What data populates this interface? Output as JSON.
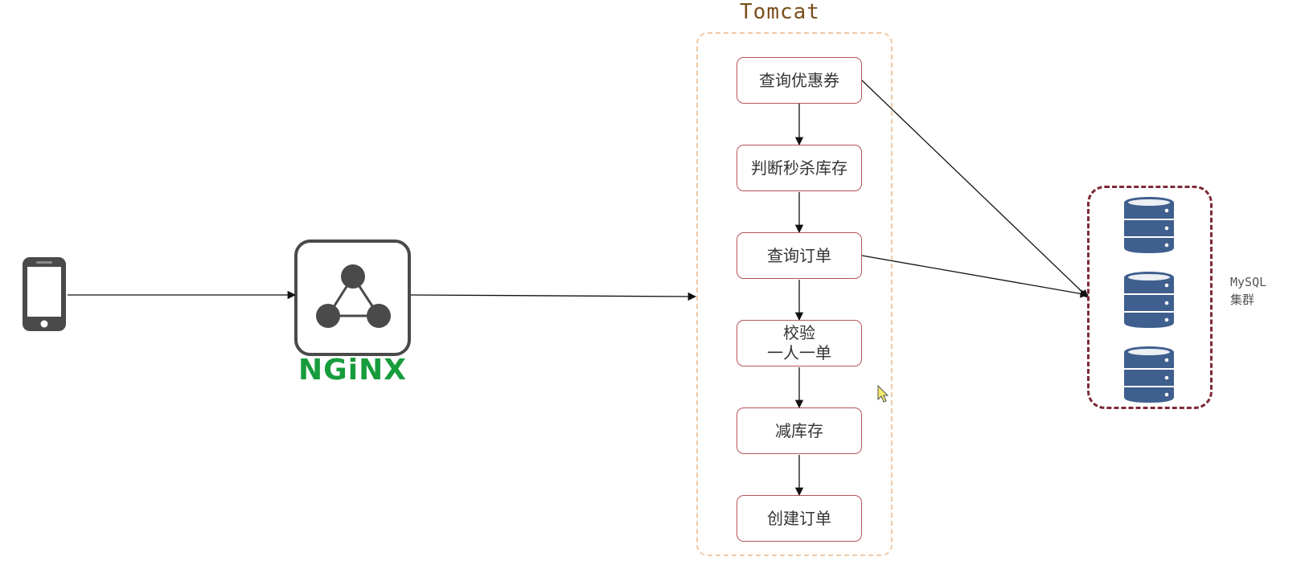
{
  "tomcat": {
    "title": "Tomcat"
  },
  "steps": [
    "查询优惠券",
    "判断秒杀库存",
    "查询订单",
    "校验\n一人一单",
    "减库存",
    "创建订单"
  ],
  "nginx": {
    "logo_text": "NGiNX"
  },
  "mysql": {
    "label_line1": "MySQL",
    "label_line2": "集群"
  },
  "colors": {
    "tomcat_title": "#7a4e1c",
    "tomcat_border": "#f0c9a8",
    "step_border": "#b5555a",
    "mysql_border": "#7d2a36",
    "db_icon": "#3f5f8e",
    "nginx_green": "#179c3c",
    "icon_gray": "#4a4a4a"
  },
  "icons": [
    "phone-icon",
    "nginx-network-icon",
    "database-icon"
  ]
}
